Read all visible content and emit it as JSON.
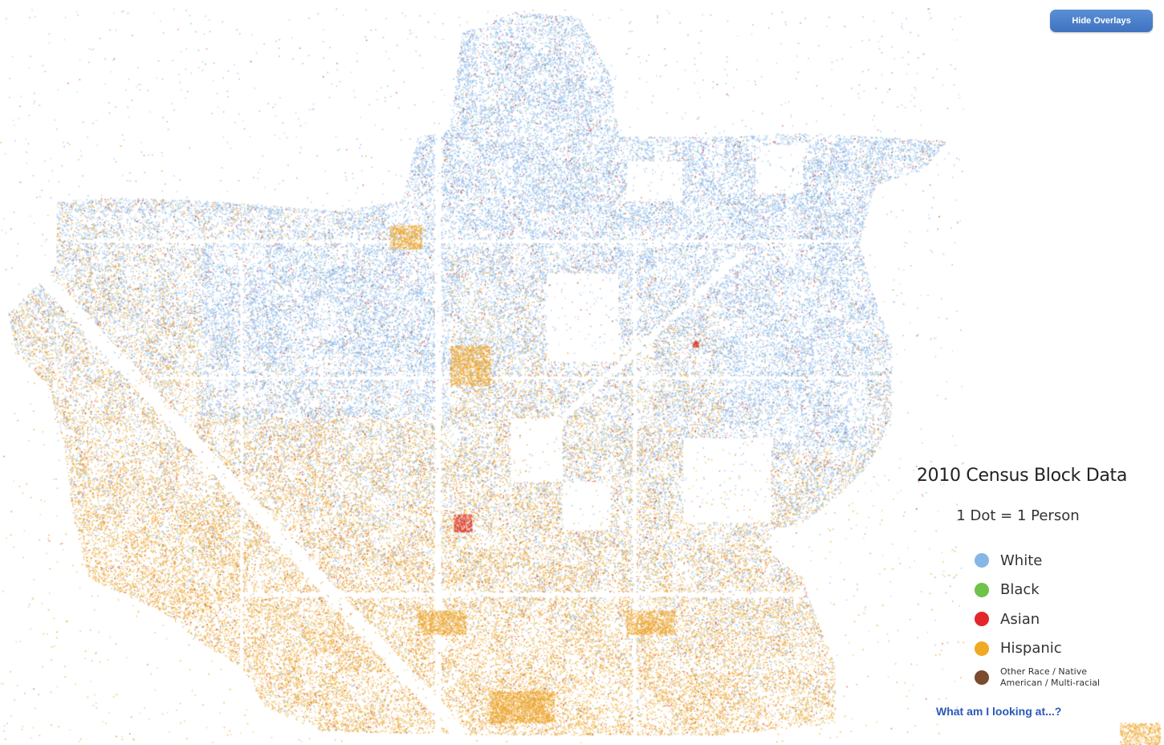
{
  "controls": {
    "hide_overlays_label": "Hide Overlays"
  },
  "legend": {
    "title": "2010 Census Block Data",
    "subtitle": "1 Dot = 1 Person",
    "items": [
      {
        "label": "White",
        "color": "#86b6e6",
        "icon": "white-dot-icon"
      },
      {
        "label": "Black",
        "color": "#6fc24a",
        "icon": "black-dot-icon"
      },
      {
        "label": "Asian",
        "color": "#e3262a",
        "icon": "asian-dot-icon"
      },
      {
        "label": "Hispanic",
        "color": "#f0a922",
        "icon": "hispanic-dot-icon"
      },
      {
        "label": "Other Race / Native American / Multi-racial",
        "color": "#7a4b2e",
        "icon": "other-dot-icon"
      }
    ],
    "help_link": "What am I looking at...?"
  },
  "colors": {
    "white_dots": "#8ab8e8",
    "hispanic_dots": "#eea62a",
    "asian_dots": "#e23a2c",
    "button": "#4a80cc",
    "link": "#2a58b8"
  }
}
